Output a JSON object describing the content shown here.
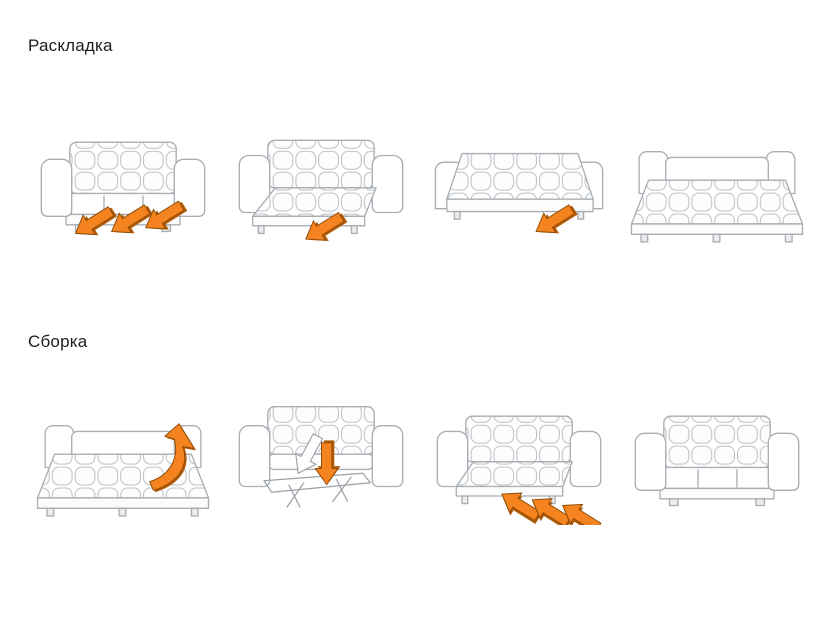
{
  "sections": {
    "unfold": {
      "title": "Раскладка",
      "steps": [
        {
          "name": "unfold-step-1",
          "icon": "sofa-closed-pull-out-arrows-icon"
        },
        {
          "name": "unfold-step-2",
          "icon": "sofa-seat-pulled-out-icon"
        },
        {
          "name": "unfold-step-3",
          "icon": "sofa-backrest-folded-down-icon"
        },
        {
          "name": "unfold-step-4",
          "icon": "sofa-bed-fully-unfolded-icon"
        }
      ]
    },
    "fold": {
      "title": "Сборка",
      "steps": [
        {
          "name": "fold-step-1",
          "icon": "bed-lift-mattress-curved-arrow-icon"
        },
        {
          "name": "fold-step-2",
          "icon": "sofa-frame-fold-down-arrow-icon"
        },
        {
          "name": "fold-step-3",
          "icon": "sofa-push-seat-in-arrows-icon"
        },
        {
          "name": "fold-step-4",
          "icon": "sofa-closed-icon"
        }
      ]
    }
  },
  "colors": {
    "arrow": "#f5831f",
    "arrow_shade": "#b25c08",
    "arrow_edge": "#8c4a05",
    "outline": "#a8aeb4"
  }
}
